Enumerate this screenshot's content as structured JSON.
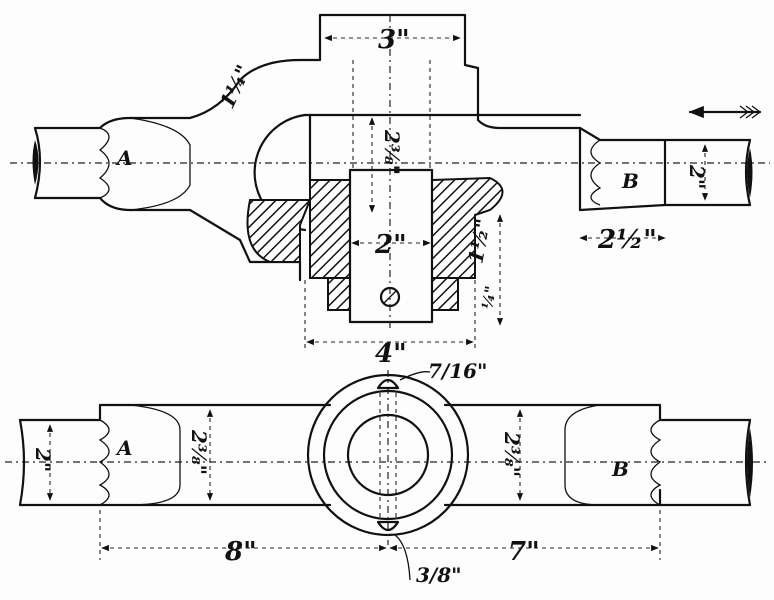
{
  "drawing": {
    "top_view": {
      "boss_width": "3\"",
      "eye_radius": "1¼\"",
      "boss_depth": "2⅜\"",
      "fork_a": "A",
      "fork_b": "B",
      "shaft_dia": "2\"",
      "fork_length": "2½\"",
      "pin_dia": "2\"",
      "collar_height": "1½\"",
      "nut_height": "¼\"",
      "body_width": "4\""
    },
    "bottom_view": {
      "pin_hole": "7/16\"",
      "shaft_dia": "2\"",
      "fork_a": "A",
      "fork_b": "B",
      "neck_left": "2⅜\"",
      "neck_right": "2⅜\"",
      "left_length": "8\"",
      "right_length": "7\"",
      "key_width": "3/8\""
    }
  }
}
